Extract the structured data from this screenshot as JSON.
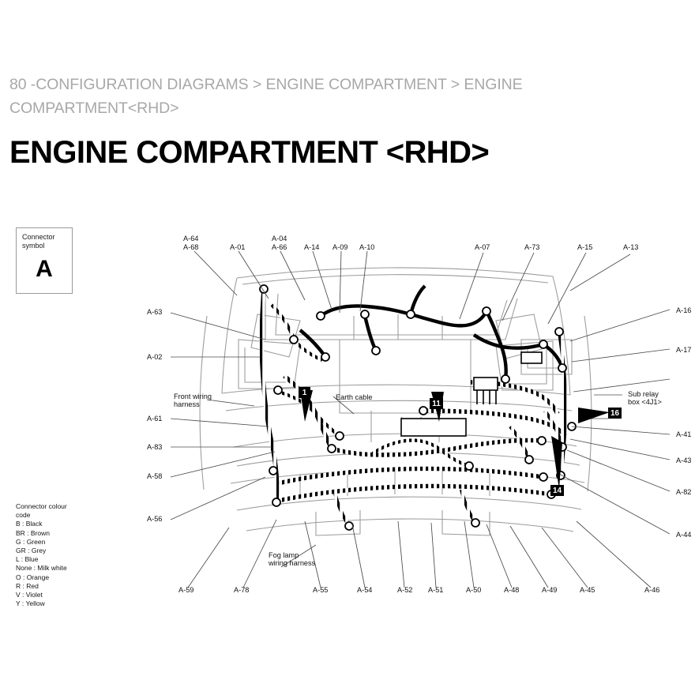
{
  "header": {
    "breadcrumb": "80 -CONFIGURATION DIAGRAMS > ENGINE COMPARTMENT > ENGINE COMPARTMENT<RHD>",
    "title": "ENGINE COMPARTMENT <RHD>"
  },
  "connector_symbol": {
    "caption_line1": "Connector",
    "caption_line2": "symbol",
    "letter": "A"
  },
  "colour_code": {
    "heading_line1": "Connector colour",
    "heading_line2": "code",
    "entries": [
      "B : Black",
      "BR : Brown",
      "G : Green",
      "GR : Grey",
      "L : Blue",
      "None : Milk white",
      "O : Orange",
      "R : Red",
      "V : Violet",
      "Y : Yellow"
    ]
  },
  "diagram": {
    "annotations": {
      "earth_cable": "Earth cable",
      "front_wiring_harness_l1": "Front wiring",
      "front_wiring_harness_l2": "harness",
      "fog_lamp_harness_l1": "Fog lamp",
      "fog_lamp_harness_l2": "wiring harness",
      "sub_relay_box_l1": "Sub relay",
      "sub_relay_box_l2": "box <4J1>"
    },
    "markers": [
      {
        "id": "marker-1",
        "label": "1"
      },
      {
        "id": "marker-11",
        "label": "11"
      },
      {
        "id": "marker-16",
        "label": "16"
      },
      {
        "id": "marker-14",
        "label": "14"
      }
    ],
    "top_labels": [
      {
        "id": "A-64",
        "label": "A-64"
      },
      {
        "id": "A-68",
        "label": "A-68"
      },
      {
        "id": "A-01",
        "label": "A-01"
      },
      {
        "id": "A-04",
        "label": "A-04"
      },
      {
        "id": "A-66",
        "label": "A-66"
      },
      {
        "id": "A-14",
        "label": "A-14"
      },
      {
        "id": "A-09",
        "label": "A-09"
      },
      {
        "id": "A-10",
        "label": "A-10"
      },
      {
        "id": "A-07",
        "label": "A-07"
      },
      {
        "id": "A-73",
        "label": "A-73"
      },
      {
        "id": "A-15",
        "label": "A-15"
      },
      {
        "id": "A-13",
        "label": "A-13"
      }
    ],
    "left_labels": [
      {
        "id": "A-63",
        "label": "A-63"
      },
      {
        "id": "A-02",
        "label": "A-02"
      },
      {
        "id": "A-61",
        "label": "A-61"
      },
      {
        "id": "A-83",
        "label": "A-83"
      },
      {
        "id": "A-58",
        "label": "A-58"
      },
      {
        "id": "A-56",
        "label": "A-56"
      }
    ],
    "right_labels": [
      {
        "id": "A-16",
        "label": "A-16"
      },
      {
        "id": "A-17",
        "label": "A-17"
      },
      {
        "id": "A-41",
        "label": "A-41"
      },
      {
        "id": "A-43",
        "label": "A-43"
      },
      {
        "id": "A-82",
        "label": "A-82"
      },
      {
        "id": "A-44",
        "label": "A-44"
      }
    ],
    "bottom_labels": [
      {
        "id": "A-59",
        "label": "A-59"
      },
      {
        "id": "A-78",
        "label": "A-78"
      },
      {
        "id": "A-55",
        "label": "A-55"
      },
      {
        "id": "A-54",
        "label": "A-54"
      },
      {
        "id": "A-52",
        "label": "A-52"
      },
      {
        "id": "A-51",
        "label": "A-51"
      },
      {
        "id": "A-50",
        "label": "A-50"
      },
      {
        "id": "A-48",
        "label": "A-48"
      },
      {
        "id": "A-49",
        "label": "A-49"
      },
      {
        "id": "A-45",
        "label": "A-45"
      },
      {
        "id": "A-46",
        "label": "A-46"
      }
    ]
  },
  "colors": {
    "breadcrumb": "#a8a8a8",
    "title": "#000000",
    "vehicle_outline": "#9b9b9b",
    "leader_line": "#4a4a4a",
    "harness": "#000000",
    "marker_bg": "#000000"
  }
}
